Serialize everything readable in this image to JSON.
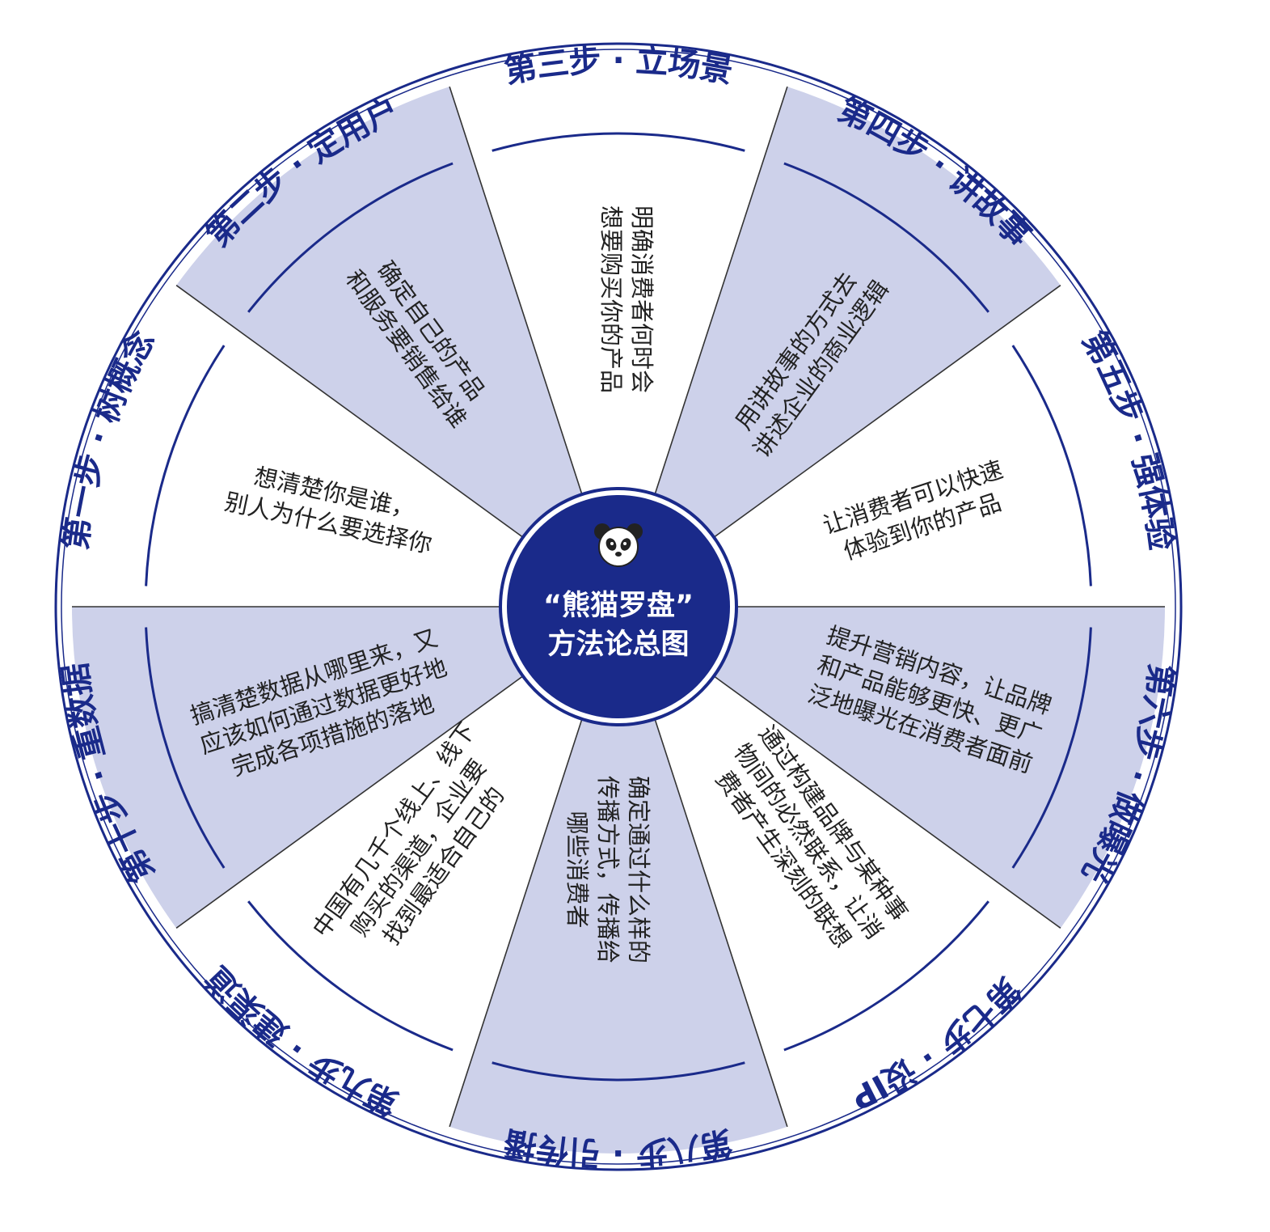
{
  "center": {
    "line1": "“熊猫罗盘”",
    "line2": "方法论总图",
    "icon": "panda-icon"
  },
  "colors": {
    "navy": "#1a2a8a",
    "shade": "#cdd1ea",
    "white": "#ffffff",
    "line": "#333333",
    "text": "#222222"
  },
  "steps": [
    {
      "title": "第一步 · 树概念",
      "desc": [
        "想清楚你是谁，",
        "别人为什么要选择你"
      ]
    },
    {
      "title": "第二步 · 定用户",
      "desc": [
        "确定自己的产品",
        "和服务要销售给谁"
      ]
    },
    {
      "title": "第三步 · 立场景",
      "desc": [
        "明确消费者何时会",
        "想要购买你的产品"
      ]
    },
    {
      "title": "第四步 · 讲故事",
      "desc": [
        "用讲故事的方式去",
        "讲述企业的商业逻辑"
      ]
    },
    {
      "title": "第五步 · 强体验",
      "desc": [
        "让消费者可以快速",
        "体验到你的产品"
      ]
    },
    {
      "title": "第六步 · 做曝光",
      "desc": [
        "提升营销内容，让品牌",
        "和产品能够更快、更广",
        "泛地曝光在消费者面前"
      ]
    },
    {
      "title": "第七步 · 设IP",
      "desc": [
        "通过构建品牌与某种事",
        "物间的必然联系，让消",
        "费者产生深刻的联想"
      ]
    },
    {
      "title": "第八步 · 引传播",
      "desc": [
        "确定通过什么样的",
        "传播方式，传播给",
        "哪些消费者"
      ]
    },
    {
      "title": "第九步 · 建渠道",
      "desc": [
        "中国有几千个线上、线下",
        "购买的渠道，企业要",
        "找到最适合自己的"
      ]
    },
    {
      "title": "第十步 · 重数据",
      "desc": [
        "搞清楚数据从哪里来，又",
        "应该如何通过数据更好地",
        "完成各项措施的落地"
      ]
    }
  ]
}
